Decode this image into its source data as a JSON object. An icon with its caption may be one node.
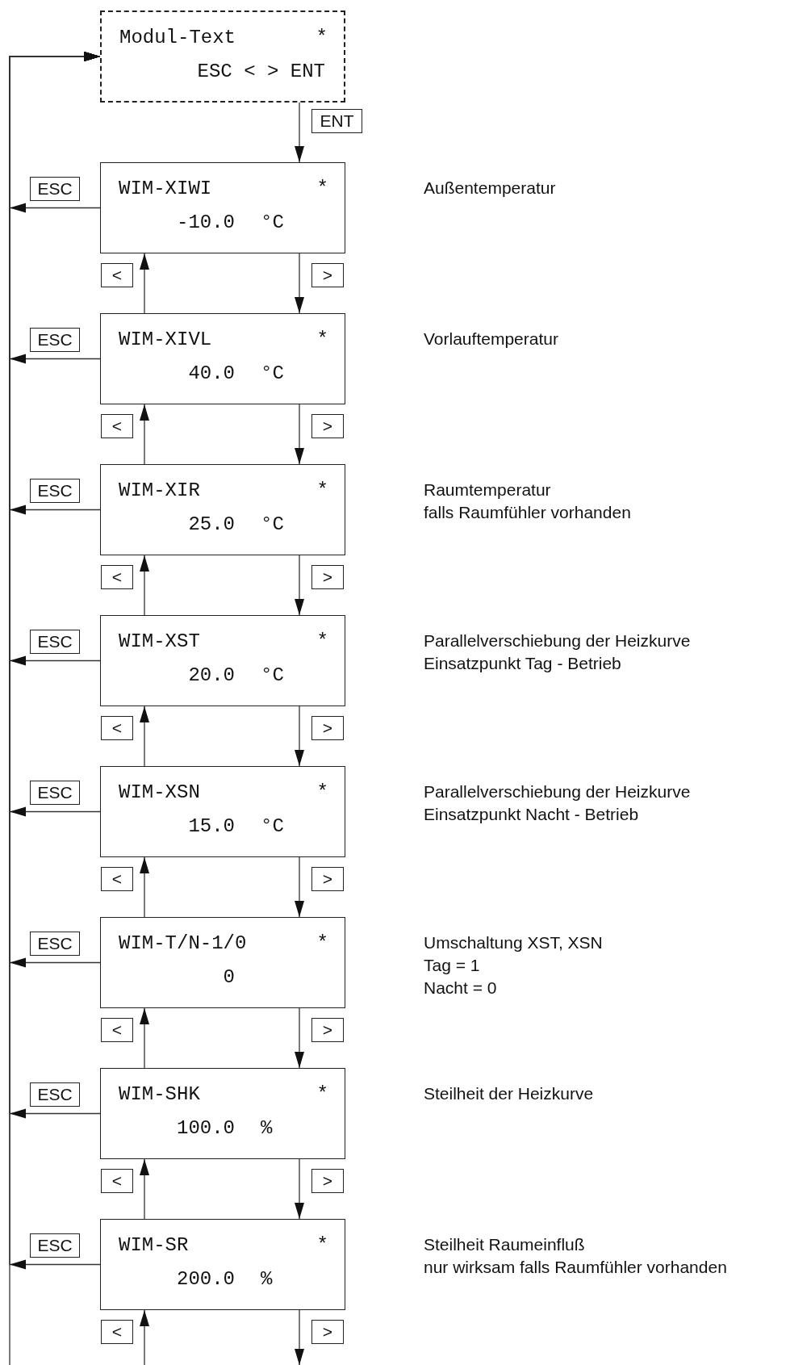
{
  "diagram": {
    "nodes": [
      {
        "text": [
          "Modul-Text",
          "*",
          "ESC < > ENT"
        ]
      },
      {
        "text": [
          "WIM-XIWI",
          "*",
          "-10.0",
          "°C"
        ]
      },
      {
        "text": [
          "WIM-XIVL",
          "*",
          "40.0",
          "°C"
        ]
      },
      {
        "text": [
          "WIM-XIR",
          "*",
          "25.0",
          "°C"
        ]
      },
      {
        "text": [
          "WIM-XST",
          "*",
          "20.0",
          "°C"
        ]
      },
      {
        "text": [
          "WIM-XSN",
          "*",
          "15.0",
          "°C"
        ]
      },
      {
        "text": [
          "WIM-T/N-1/0",
          "*",
          "0"
        ]
      },
      {
        "text": [
          "WIM-SHK",
          "*",
          "100.0",
          "%"
        ]
      },
      {
        "text": [
          "WIM-SR",
          "*",
          "200.0",
          "%"
        ]
      }
    ],
    "edges": [
      {
        "from": 0,
        "to": 1,
        "arrow": "to",
        "label": "ENT"
      },
      {
        "from": 1,
        "to": 2,
        "arrow": "to",
        "label": ">"
      },
      {
        "from": 2,
        "to": 1,
        "arrow": "to",
        "label": "<"
      },
      {
        "from": 2,
        "to": 3,
        "arrow": "to",
        "label": ">"
      },
      {
        "from": 3,
        "to": 2,
        "arrow": "to",
        "label": "<"
      },
      {
        "from": 3,
        "to": 4,
        "arrow": "to",
        "label": ">"
      },
      {
        "from": 4,
        "to": 3,
        "arrow": "to",
        "label": "<"
      },
      {
        "from": 4,
        "to": 5,
        "arrow": "to",
        "label": ">"
      },
      {
        "from": 5,
        "to": 4,
        "arrow": "to",
        "label": "<"
      },
      {
        "from": 5,
        "to": 6,
        "arrow": "to",
        "label": ">"
      },
      {
        "from": 6,
        "to": 5,
        "arrow": "to",
        "label": "<"
      },
      {
        "from": 6,
        "to": 7,
        "arrow": "to",
        "label": ">"
      },
      {
        "from": 7,
        "to": 6,
        "arrow": "to",
        "label": "<"
      },
      {
        "from": 7,
        "to": 8,
        "arrow": "to",
        "label": ">"
      },
      {
        "from": 8,
        "to": 7,
        "arrow": "to",
        "label": "<"
      },
      {
        "from": null,
        "to": 8,
        "arrow": "to",
        "label": "<"
      },
      {
        "from": 8,
        "to": null,
        "arrow": "to",
        "label": ">"
      },
      {
        "from": 1,
        "to": 0,
        "arrow": "to",
        "label": "ESC"
      },
      {
        "from": 2,
        "to": 0,
        "arrow": "to",
        "label": "ESC"
      },
      {
        "from": 3,
        "to": 0,
        "arrow": "to",
        "label": "ESC"
      },
      {
        "from": 4,
        "to": 0,
        "arrow": "to",
        "label": "ESC"
      },
      {
        "from": 5,
        "to": 0,
        "arrow": "to",
        "label": "ESC"
      },
      {
        "from": 6,
        "to": 0,
        "arrow": "to",
        "label": "ESC"
      },
      {
        "from": 7,
        "to": 0,
        "arrow": "to",
        "label": "ESC"
      },
      {
        "from": 8,
        "to": 0,
        "arrow": "to",
        "label": "ESC"
      },
      {
        "from": null,
        "to": 0,
        "arrow": "to"
      }
    ],
    "labels": [
      "Außentemperatur",
      "Vorlauftemperatur",
      "Raumtemperatur",
      "falls Raumfühler vorhanden",
      "Parallelverschiebung der Heizkurve",
      "Einsatzpunkt Tag - Betrieb",
      "Parallelverschiebung der Heizkurve",
      "Einsatzpunkt Nacht - Betrieb",
      "Umschaltung XST, XSN",
      "Tag = 1",
      "Nacht = 0",
      "Steilheit der Heizkurve",
      "Steilheit Raumeinfluß",
      "nur wirksam falls Raumfühler vorhanden"
    ]
  }
}
